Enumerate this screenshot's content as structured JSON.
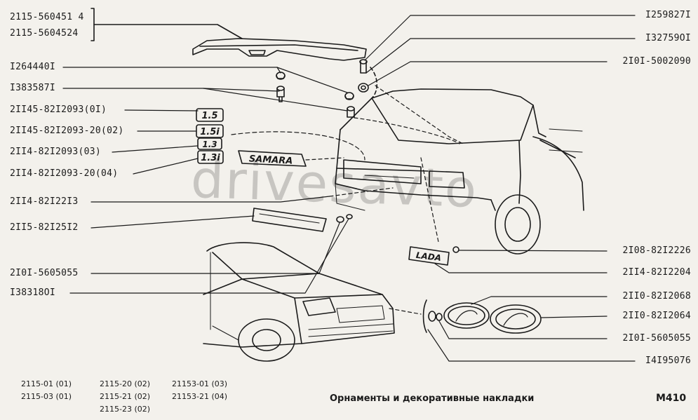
{
  "left_labels": [
    {
      "id": "top-line1",
      "text": "2115-560451 4"
    },
    {
      "id": "top-line2",
      "text": "2115-5604524"
    },
    {
      "id": "l1",
      "text": "I264440I"
    },
    {
      "id": "l2",
      "text": "I383587I"
    },
    {
      "id": "l3",
      "text": "2II45-82I2093(0I)"
    },
    {
      "id": "l4",
      "text": "2II45-82I2093-20(02)"
    },
    {
      "id": "l5",
      "text": "2II4-82I2093(03)"
    },
    {
      "id": "l6",
      "text": "2II4-82I2093-20(04)"
    },
    {
      "id": "l7",
      "text": "2II4-82I22I3"
    },
    {
      "id": "l8",
      "text": "2II5-82I25I2"
    },
    {
      "id": "l9",
      "text": "2I0I-5605055"
    },
    {
      "id": "l10",
      "text": "I38318OI"
    }
  ],
  "right_labels": [
    {
      "id": "r1",
      "text": "I259827I"
    },
    {
      "id": "r2",
      "text": "I32759OI"
    },
    {
      "id": "r3",
      "text": "2I0I-5002090"
    },
    {
      "id": "r4",
      "text": "2I08-82I2226"
    },
    {
      "id": "r5",
      "text": "2II4-82I2204"
    },
    {
      "id": "r6",
      "text": "2II0-82I2068"
    },
    {
      "id": "r7",
      "text": "2II0-82I2064"
    },
    {
      "id": "r8",
      "text": "2I0I-5605055"
    },
    {
      "id": "r9",
      "text": "I4I95076"
    }
  ],
  "badges": {
    "b15": "1.5",
    "b15i": "1.5i",
    "b13": "1.3",
    "b13i": "1.3i",
    "samara": "SAMARA",
    "lada": "LADA"
  },
  "footnotes": {
    "c1a": "2115-01 (01)",
    "c1b": "2115-03 (01)",
    "c2a": "2115-20 (02)",
    "c2b": "2115-21 (02)",
    "c2c": "2115-23 (02)",
    "c3a": "21153-01 (03)",
    "c3b": "21153-21 (04)"
  },
  "caption": "Орнаменты и декоративные накладки",
  "page_code": "M410",
  "watermark": "drivesavto",
  "colors": {
    "background": "#f3f1ec",
    "ink": "#1a1a1a"
  }
}
